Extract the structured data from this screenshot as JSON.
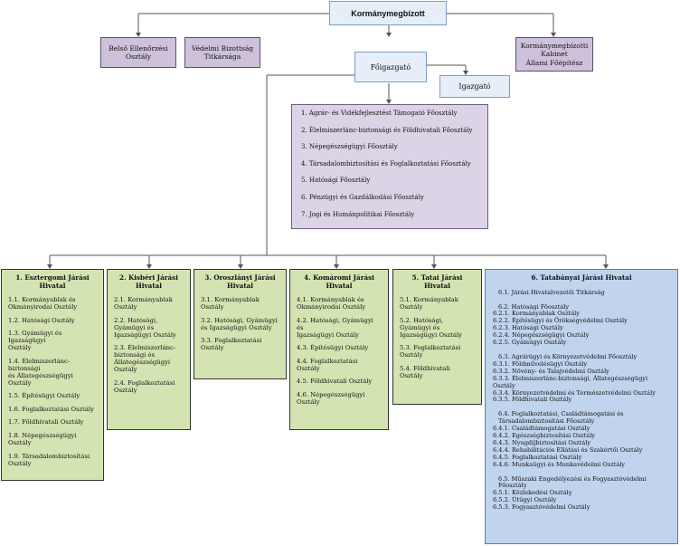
{
  "top": "Kormánymegbízott",
  "left_boxes": [
    "Belső Ellenőrzési\nOsztály",
    "Védelmi Bizottság\nTitkársága"
  ],
  "right_box": "Kormánymegbízotti\nKabinet\nÁllami Főépítész",
  "foigazgato": "Főigazgató",
  "igazgato": "Igazgató",
  "departments": [
    "1. Agrár- és Vidékfejlesztést Támogató Főosztály",
    "2. Élelmiszerlánc-biztonsági és Földhivatali Főosztály",
    "3. Népegészségügyi Főosztály",
    "4. Társadalombiztosítási és Foglalkoztatási Főosztály",
    "5. Hatósági Főosztály",
    "6. Pénzügyi és Gazdálkodási Főosztály",
    "7. Jogi és Humánpolitikai Főosztály"
  ],
  "offices": [
    {
      "title": "1. Esztergomi Járási Hivatal",
      "items": [
        "1.1. Kormányablak és\nOkmányirodai Osztály",
        "1.2. Hatósági Osztály",
        "1.3. Gyámügyi és Igazságügyi\nOsztály",
        "1.4. Élelmiszerlánc-biztonsági\nés Állategészségügyi Osztály",
        "1.5. Építésügyi Osztály",
        "1.6. Foglalkoztatási Osztály",
        "1.7. Földhivatali Osztály",
        "1.8. Népegészségügyi Osztály",
        "1.9. Társadalombiztosítási\nOsztály"
      ]
    },
    {
      "title": "2. Kisbéri Járási\nHivatal",
      "items": [
        "2.1. Kormányablak\nOsztály",
        "2.2. Hatósági,\nGyámügyi és\nIgazságügyi Osztály",
        "2.3. Élelmiszerlánc-\nbiztonsági és\nÁllategészségügyi\nOsztály",
        "2.4. Foglalkoztatási\nOsztály"
      ]
    },
    {
      "title": "3. Oroszlányi Járási\nHivatal",
      "items": [
        "3.1. Kormányablak\nOsztály",
        "3.2. Hatósági, Gyámügyi\nés Igazságügyi Osztály",
        "3.3. Foglalkoztatási\nOsztály"
      ]
    },
    {
      "title": "4. Komáromi Járási\nHivatal",
      "items": [
        "4.1. Kormányablak és\nOkmányirodai Osztály",
        "4.2. Hatósági, Gyámügyi és\nIgazságügyi Osztály",
        "4.3. Építésügyi Osztály",
        "4.4. Foglalkoztatási Osztály",
        "4.5. Földhivatali Osztály",
        "4.6. Népegészségügyi\nOsztály"
      ]
    },
    {
      "title": "5. Tatai Járási Hivatal",
      "items": [
        "5.1. Kormányablak\nOsztály",
        "5.2. Hatósági,\nGyámügyi és\nIgazságügyi Osztály",
        "5.3. Foglalkoztatási\nOsztály",
        "5.4. Földhivatali\nOsztály"
      ]
    }
  ],
  "tatabanya": {
    "title": "6. Tatabányai Járási Hivatal",
    "groups": [
      {
        "head": "6.1. Járási Hivatalvezetői Titkárság",
        "subs": []
      },
      {
        "head": "6.2. Hatósági Főosztály",
        "subs": [
          "6.2.1. Kormányablak Osztály",
          "6.2.2. Építésügyi és Örökségvédelmi Osztály",
          "6.2.3. Hatósági Osztály",
          "6.2.4. Népegészségügyi Osztály",
          "6.2.5. Gyámügyi Osztály"
        ]
      },
      {
        "head": "6.3. Agrárügyi és Környezetvédelmi Főosztály",
        "subs": [
          "6.3.1. Földművelésügyi Osztály",
          "6.3.2. Növény- és Talajvédelmi Osztály",
          "6.3.3. Élelmiszerlánc-biztonsági, Állategészségügyi Osztály",
          "6.3.4. Környezetvédelmi és Természetvédelmi Osztály",
          "6.3.5. Földhivatali Osztály"
        ]
      },
      {
        "head": "6.4. Foglalkoztatási, Családtámogatási és\nTársadalombiztosítási Főosztály",
        "subs": [
          "6.4.1. Családtámogatási Osztály",
          "6.4.2. Egészségbiztosítási Osztály",
          "6.4.3. Nyugdíjbiztosítási Osztály",
          "6.4.4. Rehabilitációs Ellátási és Szakértői Osztály",
          "6.4.5. Foglalkoztatási Osztály",
          "6.4.6. Munkaügyi és Munkavédelmi Osztály"
        ]
      },
      {
        "head": "6.5. Műszaki Engedélyezési és Fogyasztóvédelmi Főosztály",
        "subs": [
          "6.5.1. Közlekedési Osztály",
          "6.5.2. Útügyi Osztály",
          "6.5.3. Fogyasztóvédelmi Osztály"
        ]
      }
    ]
  }
}
